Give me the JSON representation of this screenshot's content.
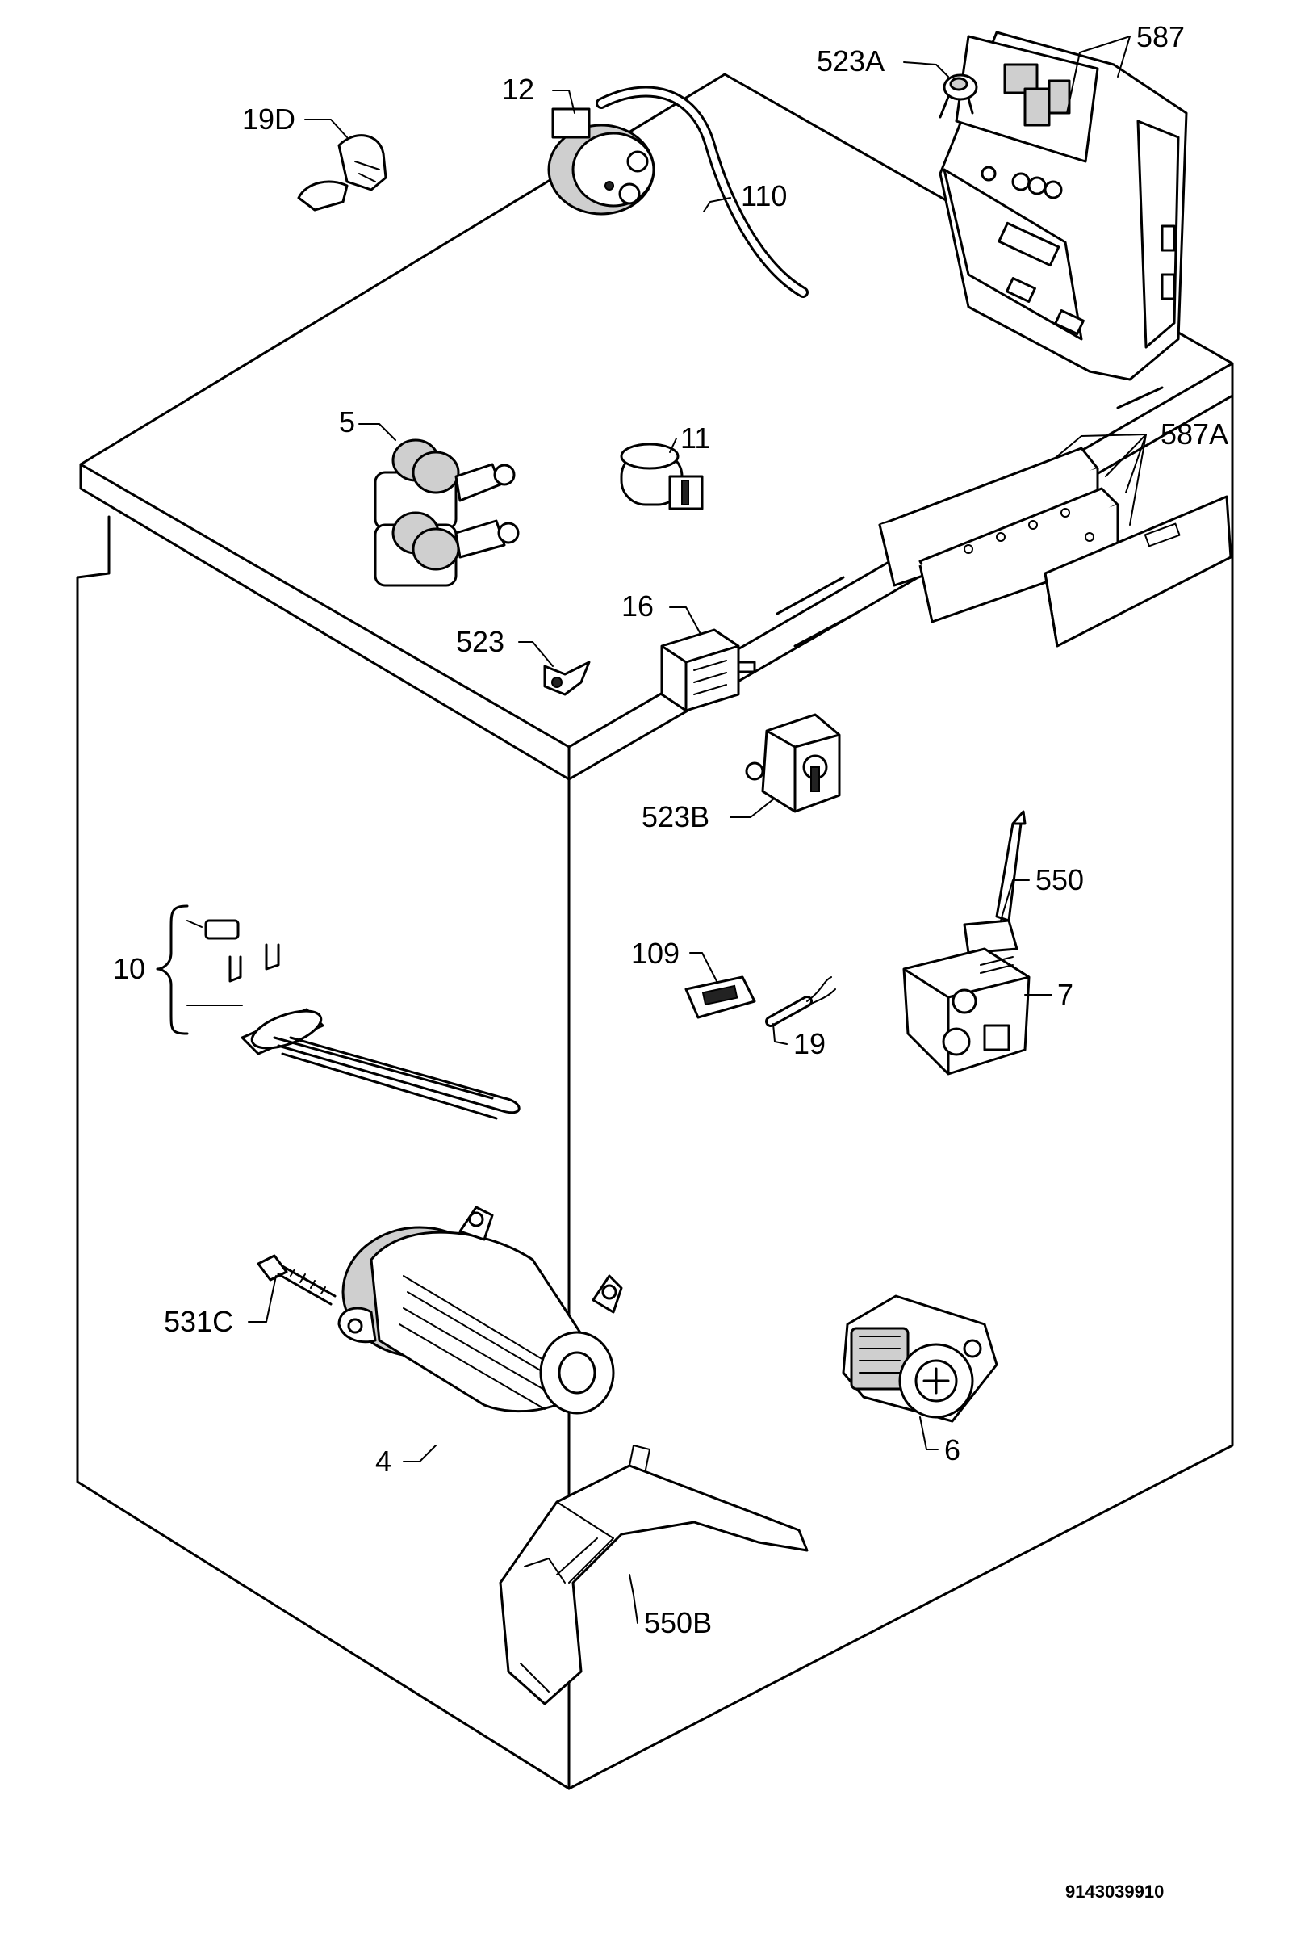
{
  "labels": {
    "p587": "587",
    "p523A": "523A",
    "p12": "12",
    "p19D": "19D",
    "p110": "110",
    "p5": "5",
    "p11": "11",
    "p587A": "587A",
    "p16": "16",
    "p523": "523",
    "p523B": "523B",
    "p550": "550",
    "p10": "10",
    "p109": "109",
    "p7": "7",
    "p19": "19",
    "p531C": "531C",
    "p4": "4",
    "p6": "6",
    "p550B": "550B"
  },
  "document_number": "9143039910"
}
